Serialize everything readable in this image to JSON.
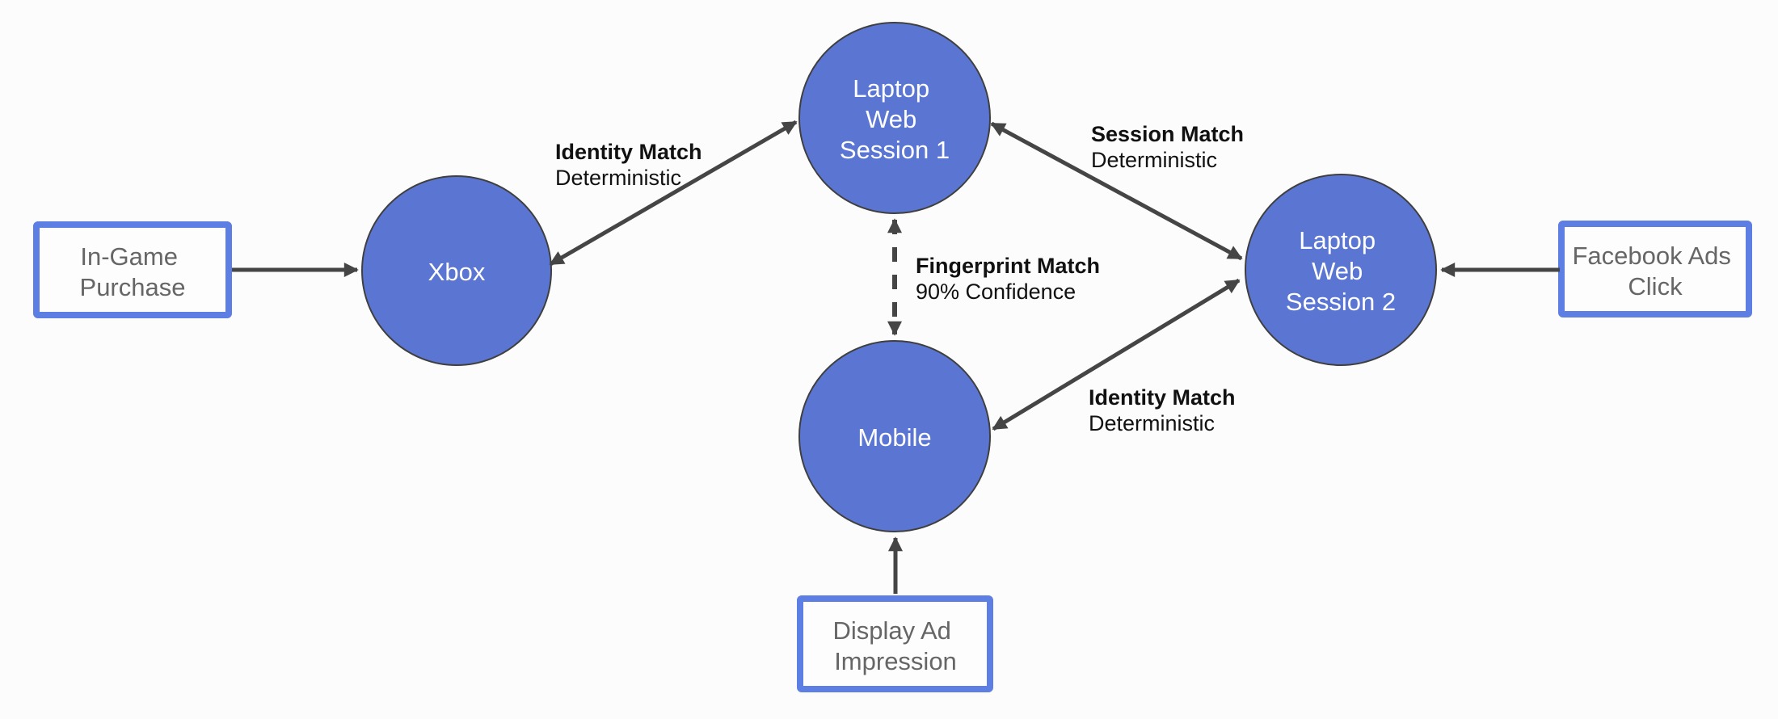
{
  "colors": {
    "background": "#fcfcfc",
    "node_fill": "#5b76d2",
    "node_stroke": "#3f3f3f",
    "node_text": "#ffffff",
    "rect_fill": "#fdfdfd",
    "rect_stroke": "#5d7ee3",
    "rect_text": "#666666",
    "arrow": "#454545",
    "label_text": "#111111"
  },
  "diagram": {
    "nodes": {
      "in_game_purchase": {
        "shape": "rectangle",
        "lines": [
          "In-Game",
          "Purchase"
        ]
      },
      "xbox": {
        "shape": "circle",
        "lines": [
          "Xbox"
        ]
      },
      "laptop_web_session_1": {
        "shape": "circle",
        "lines": [
          "Laptop",
          "Web",
          "Session 1"
        ]
      },
      "laptop_web_session_2": {
        "shape": "circle",
        "lines": [
          "Laptop",
          "Web",
          "Session 2"
        ]
      },
      "mobile": {
        "shape": "circle",
        "lines": [
          "Mobile"
        ]
      },
      "facebook_ads_click": {
        "shape": "rectangle",
        "lines": [
          "Facebook Ads",
          "Click"
        ]
      },
      "display_ad_impression": {
        "shape": "rectangle",
        "lines": [
          "Display Ad",
          "Impression"
        ]
      }
    },
    "edges": {
      "xbox__session1": {
        "label": "Identity Match",
        "sublabel": "Deterministic",
        "line": "solid",
        "arrows": "both"
      },
      "session1__session2": {
        "label": "Session Match",
        "sublabel": "Deterministic",
        "line": "solid",
        "arrows": "both"
      },
      "session1__mobile": {
        "label": "Fingerprint Match",
        "sublabel": "90% Confidence",
        "line": "dashed",
        "arrows": "both"
      },
      "mobile__session2": {
        "label": "Identity Match",
        "sublabel": "Deterministic",
        "line": "solid",
        "arrows": "both"
      },
      "in_game_purchase__xbox": {
        "line": "solid",
        "arrows": "end"
      },
      "facebook_ads_click__session2": {
        "line": "solid",
        "arrows": "end"
      },
      "display_ad_impression__mobile": {
        "line": "solid",
        "arrows": "end"
      }
    }
  }
}
